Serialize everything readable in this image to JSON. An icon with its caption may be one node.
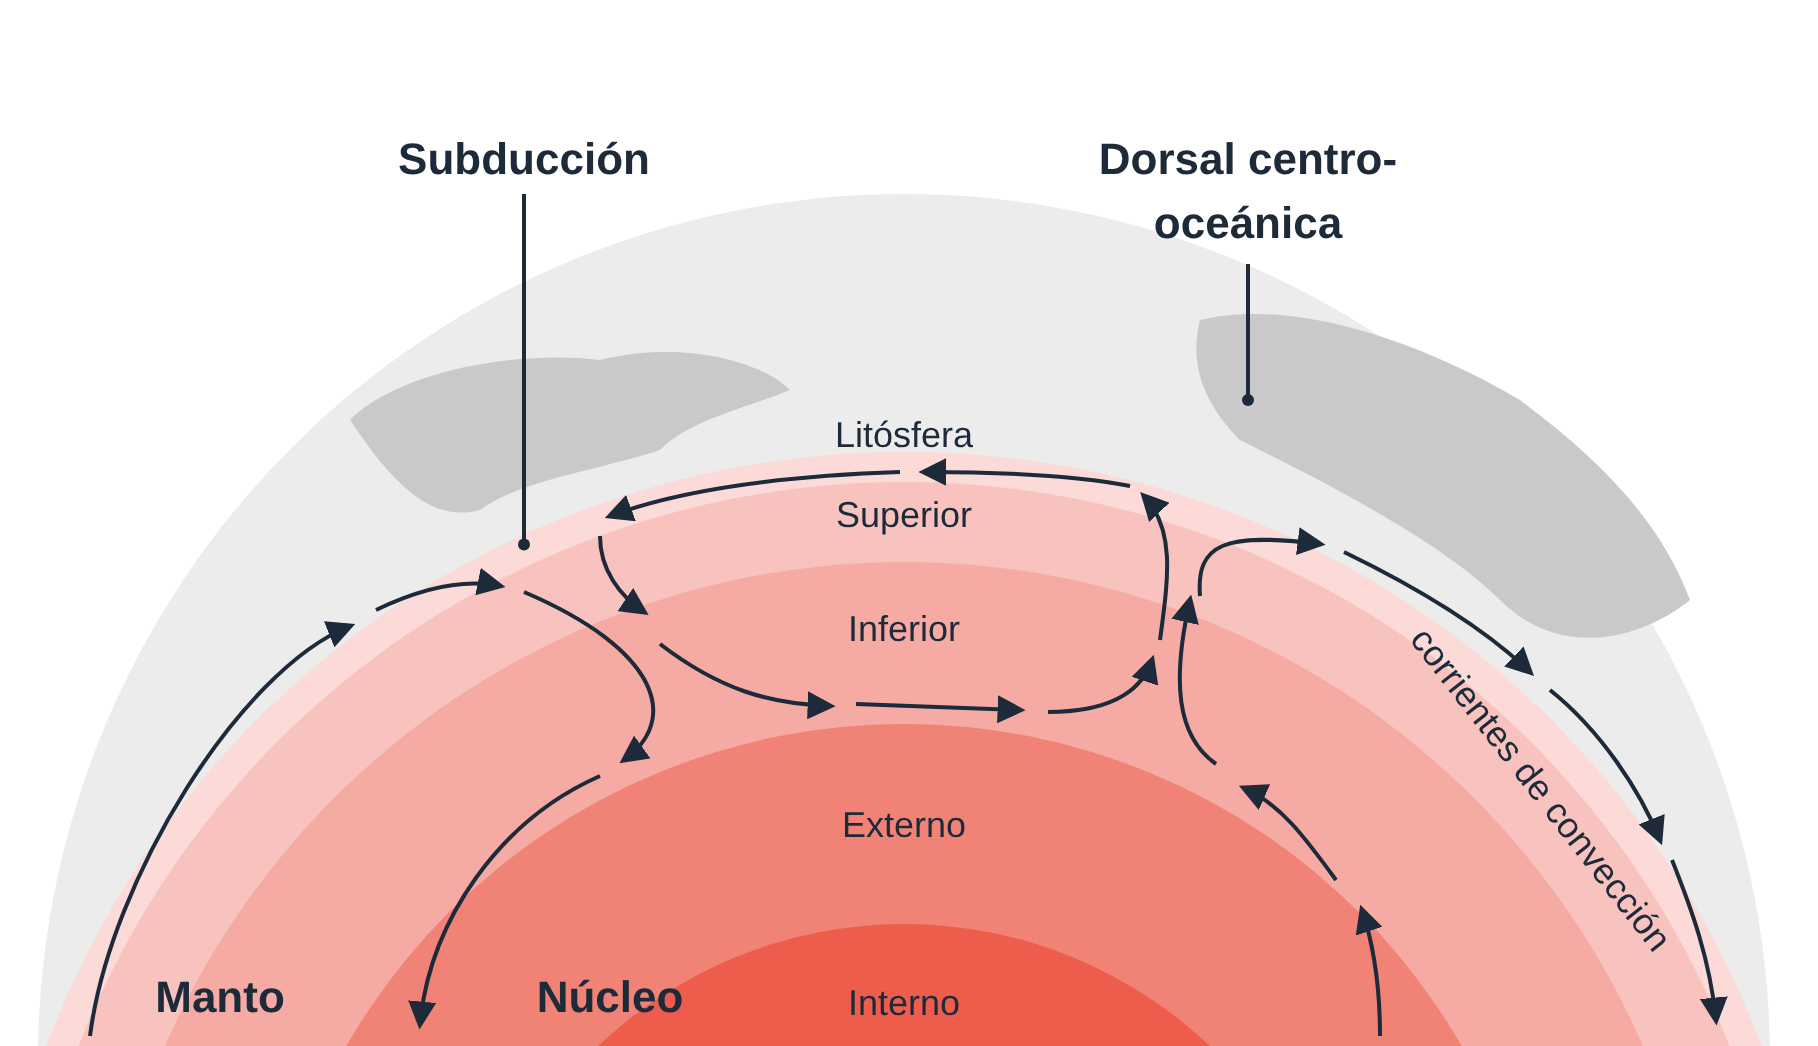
{
  "diagram": {
    "nodes": [
      {
        "text": [
          "Litósfera"
        ]
      },
      {
        "text": [
          "Superior"
        ],
        "in": 0
      },
      {
        "text": [
          "Inferior"
        ],
        "in": 1
      },
      {
        "text": [
          "Externo"
        ],
        "in": 2
      },
      {
        "text": [
          "Interno"
        ],
        "in": 3
      },
      {
        "text": [
          "Subducción"
        ]
      },
      {
        "text": [
          "Dorsal centro-oceánica"
        ]
      }
    ],
    "edges": [
      {
        "from": 5,
        "to": 0,
        "arrow": "other"
      },
      {
        "from": 6,
        "to": null,
        "arrow": "other"
      }
    ],
    "labels": [
      "Manto",
      "Núcleo",
      "corrientes de convección"
    ]
  }
}
